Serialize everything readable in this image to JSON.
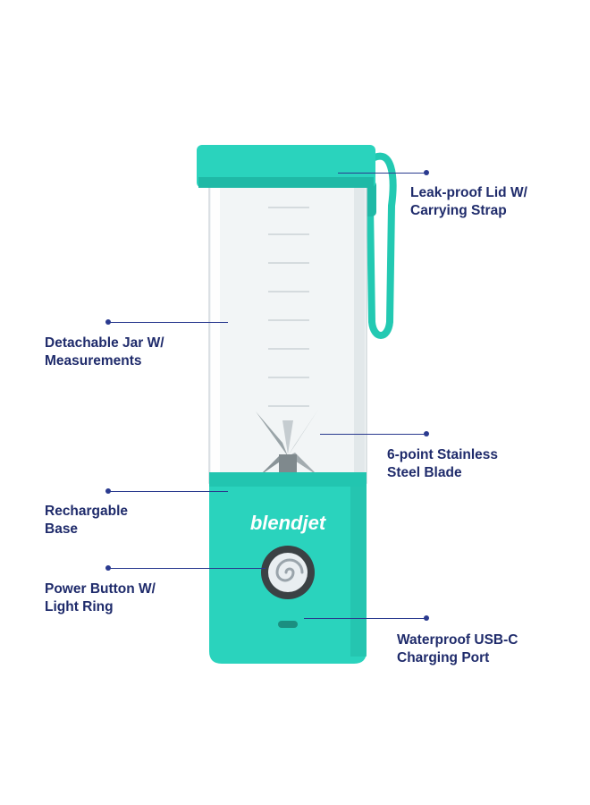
{
  "product": {
    "brand_logo_text": "blendjet"
  },
  "callouts": {
    "lid": "Leak-proof Lid W/\nCarrying Strap",
    "jar": "Detachable Jar W/\nMeasurements",
    "blade": "6-point Stainless\nSteel Blade",
    "base": "Rechargable\nBase",
    "power": "Power Button W/\nLight Ring",
    "port": "Waterproof USB-C\nCharging Port"
  },
  "colors": {
    "body": "#2ad3bd",
    "body_dark": "#1fb9a6",
    "label_text": "#1f2b6b",
    "leader_line": "#2a3a8f"
  }
}
